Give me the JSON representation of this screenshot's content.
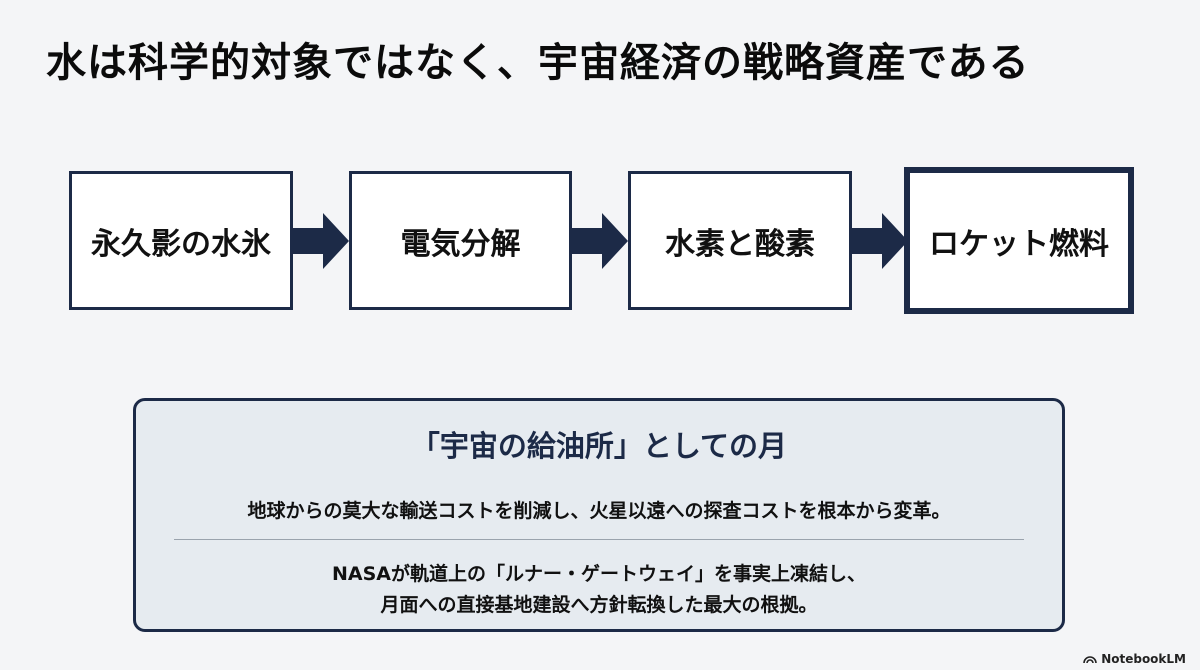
{
  "title": "水は科学的対象ではなく、宇宙経済の戦略資産である",
  "flow": {
    "steps": [
      {
        "label": "永久影の水氷"
      },
      {
        "label": "電気分解"
      },
      {
        "label": "水素と酸素"
      },
      {
        "label": "ロケット燃料"
      }
    ]
  },
  "panel": {
    "heading": "「宇宙の給油所」としての月",
    "line1": "地球からの莫大な輸送コストを削減し、火星以遠への探査コストを根本から変革。",
    "line2": "NASAが軌道上の「ルナー・ゲートウェイ」を事実上凍結し、",
    "line3": "月面への直接基地建設へ方針転換した最大の根拠。"
  },
  "brand": {
    "label": "NotebookLM",
    "icon": "notebooklm-logo-icon"
  },
  "colors": {
    "accent": "#1c2a47",
    "panel_bg": "#e6ebf0",
    "background": "#f4f5f7"
  }
}
